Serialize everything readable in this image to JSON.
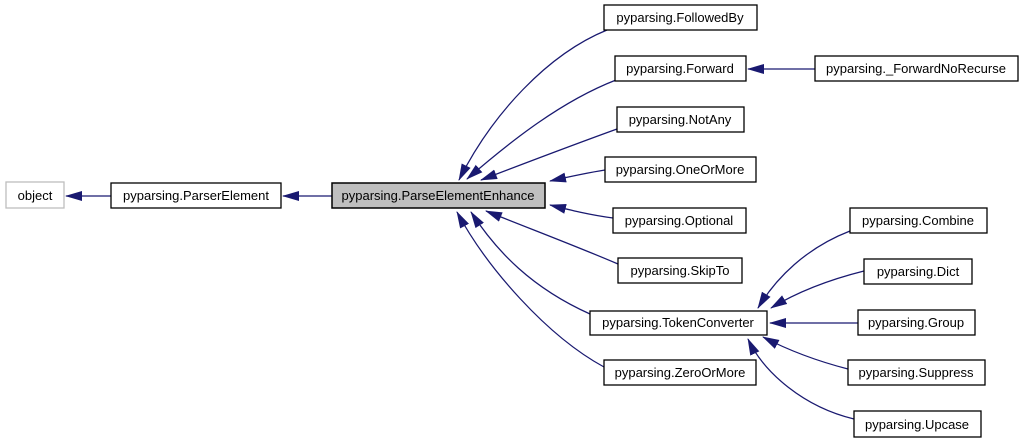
{
  "diagram": {
    "kind": "inheritance-graph",
    "colors": {
      "background": "#ffffff",
      "edge": "#191970",
      "node_border": "#000000",
      "node_fill": "#ffffff",
      "selected_node_fill": "#bfbfbf",
      "external_node_border": "#bebebe",
      "text": "#000000"
    },
    "nodes": {
      "object": {
        "label": "object"
      },
      "parserelement": {
        "label": "pyparsing.ParserElement"
      },
      "parseelementenhance": {
        "label": "pyparsing.ParseElementEnhance"
      },
      "followedby": {
        "label": "pyparsing.FollowedBy"
      },
      "forward": {
        "label": "pyparsing.Forward"
      },
      "forwardnorecurse": {
        "label": "pyparsing._ForwardNoRecurse"
      },
      "notany": {
        "label": "pyparsing.NotAny"
      },
      "oneormore": {
        "label": "pyparsing.OneOrMore"
      },
      "optional": {
        "label": "pyparsing.Optional"
      },
      "skipto": {
        "label": "pyparsing.SkipTo"
      },
      "tokenconverter": {
        "label": "pyparsing.TokenConverter"
      },
      "zeroormore": {
        "label": "pyparsing.ZeroOrMore"
      },
      "combine": {
        "label": "pyparsing.Combine"
      },
      "dict": {
        "label": "pyparsing.Dict"
      },
      "group": {
        "label": "pyparsing.Group"
      },
      "suppress": {
        "label": "pyparsing.Suppress"
      },
      "upcase": {
        "label": "pyparsing.Upcase"
      }
    },
    "edges": [
      {
        "from": "pyparsing.ParserElement",
        "to": "object"
      },
      {
        "from": "pyparsing.ParseElementEnhance",
        "to": "pyparsing.ParserElement"
      },
      {
        "from": "pyparsing.FollowedBy",
        "to": "pyparsing.ParseElementEnhance"
      },
      {
        "from": "pyparsing.Forward",
        "to": "pyparsing.ParseElementEnhance"
      },
      {
        "from": "pyparsing._ForwardNoRecurse",
        "to": "pyparsing.Forward"
      },
      {
        "from": "pyparsing.NotAny",
        "to": "pyparsing.ParseElementEnhance"
      },
      {
        "from": "pyparsing.OneOrMore",
        "to": "pyparsing.ParseElementEnhance"
      },
      {
        "from": "pyparsing.Optional",
        "to": "pyparsing.ParseElementEnhance"
      },
      {
        "from": "pyparsing.SkipTo",
        "to": "pyparsing.ParseElementEnhance"
      },
      {
        "from": "pyparsing.TokenConverter",
        "to": "pyparsing.ParseElementEnhance"
      },
      {
        "from": "pyparsing.ZeroOrMore",
        "to": "pyparsing.ParseElementEnhance"
      },
      {
        "from": "pyparsing.Combine",
        "to": "pyparsing.TokenConverter"
      },
      {
        "from": "pyparsing.Dict",
        "to": "pyparsing.TokenConverter"
      },
      {
        "from": "pyparsing.Group",
        "to": "pyparsing.TokenConverter"
      },
      {
        "from": "pyparsing.Suppress",
        "to": "pyparsing.TokenConverter"
      },
      {
        "from": "pyparsing.Upcase",
        "to": "pyparsing.TokenConverter"
      }
    ]
  }
}
